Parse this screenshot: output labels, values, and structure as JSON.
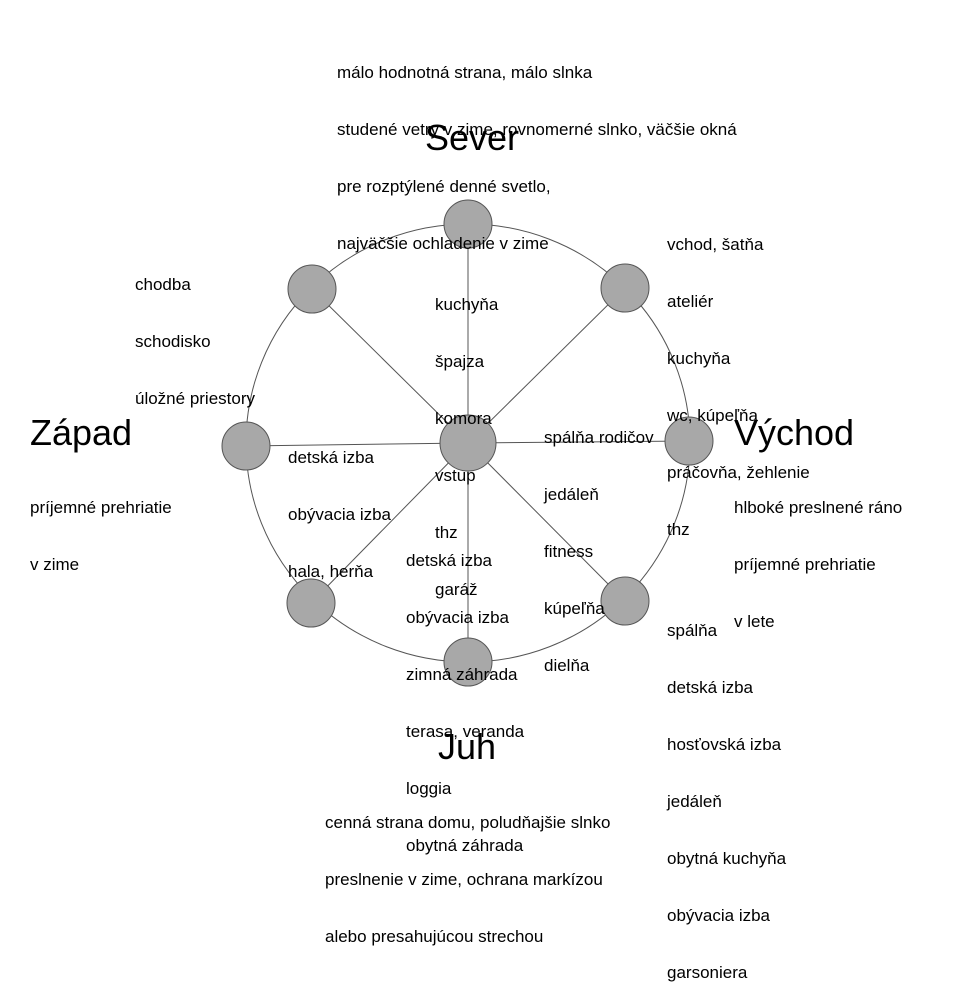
{
  "directions": {
    "north": {
      "label": "Sever",
      "notes": [
        "málo hodnotná strana, málo slnka",
        "studené vetry v zime, rovnomerné slnko, väčšie okná",
        "pre rozptýlené denné svetlo,",
        "najväčšie ochladenie v zime"
      ]
    },
    "south": {
      "label": "Juh",
      "notes": [
        "cenná strana domu, poludňajšie slnko",
        "preslnenie v zime, ochrana markízou",
        "alebo presahujúcou strechou"
      ]
    },
    "west": {
      "label": "Západ",
      "notes": [
        "príjemné prehriatie",
        "v zime"
      ]
    },
    "east": {
      "label": "Východ",
      "notes": [
        "hlboké preslnené ráno",
        "príjemné prehriatie",
        "v lete"
      ]
    }
  },
  "rooms": {
    "north": [
      "kuchyňa",
      "špajza",
      "komora",
      "vstup",
      "thz",
      "garáž"
    ],
    "northwest": [
      "chodba",
      "schodisko",
      "úložné priestory"
    ],
    "northeast": [
      "vchod, šatňa",
      "ateliér",
      "kuchyňa",
      "wc, kúpeľňa",
      "práčovňa, žehlenie",
      "thz"
    ],
    "west": [
      "detská izba",
      "obývacia izba",
      "hala, herňa"
    ],
    "east": [
      "spálňa rodičov",
      "jedáleň",
      "fitness",
      "kúpeľňa",
      "dielňa"
    ],
    "south": [
      "detská izba",
      "obývacia izba",
      "zimná záhrada",
      "terasa, veranda",
      "loggia",
      "obytná záhrada"
    ],
    "southeast": [
      "spálňa",
      "detská izba",
      "hosťovská izba",
      "jedáleň",
      "obytná kuchyňa",
      "obývacia izba",
      "garsoniera"
    ]
  },
  "colors": {
    "node_fill": "#a8a8a8",
    "stroke": "#555555"
  }
}
